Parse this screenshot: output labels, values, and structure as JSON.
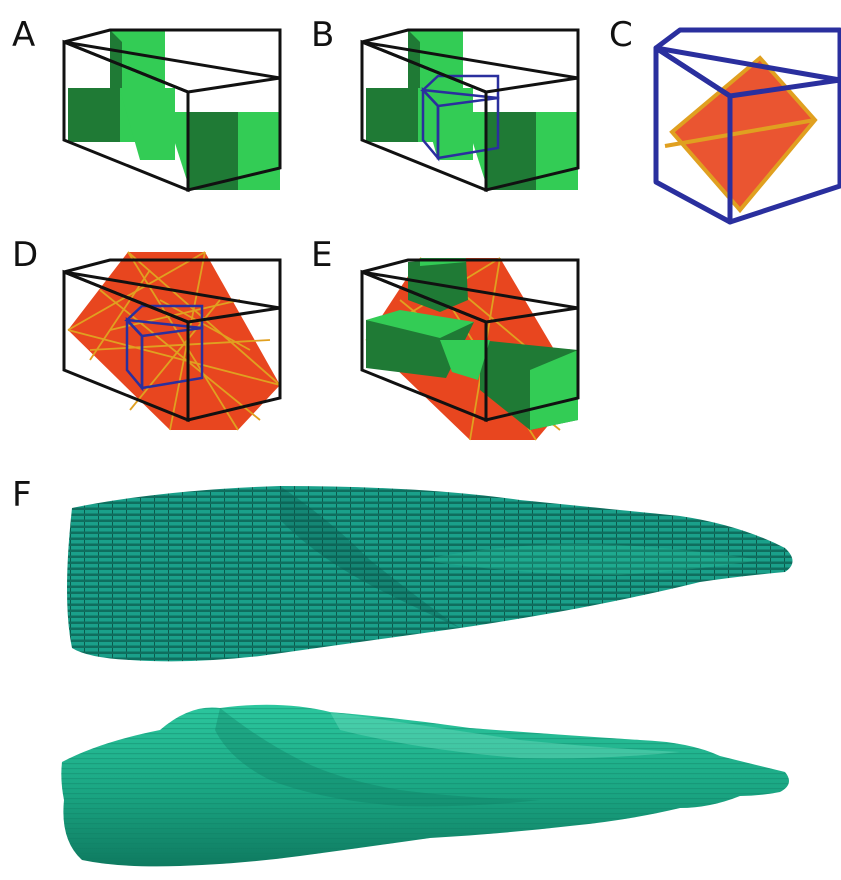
{
  "panels": {
    "a": {
      "label": "A"
    },
    "b": {
      "label": "B"
    },
    "c": {
      "label": "C"
    },
    "d": {
      "label": "D"
    },
    "e": {
      "label": "E"
    },
    "f": {
      "label": "F"
    }
  },
  "colors": {
    "box_edge": "#111111",
    "green_light": "#33cc55",
    "green_dark": "#1f7a35",
    "orange_plane": "#e8461f",
    "yellow_lines": "#e0a020",
    "blue_cube": "#2a2f9e",
    "mesh_top": "#1aa08a",
    "mesh_dark": "#0f6e5e",
    "mesh_smooth": "#21b08c"
  },
  "descriptions": {}
}
